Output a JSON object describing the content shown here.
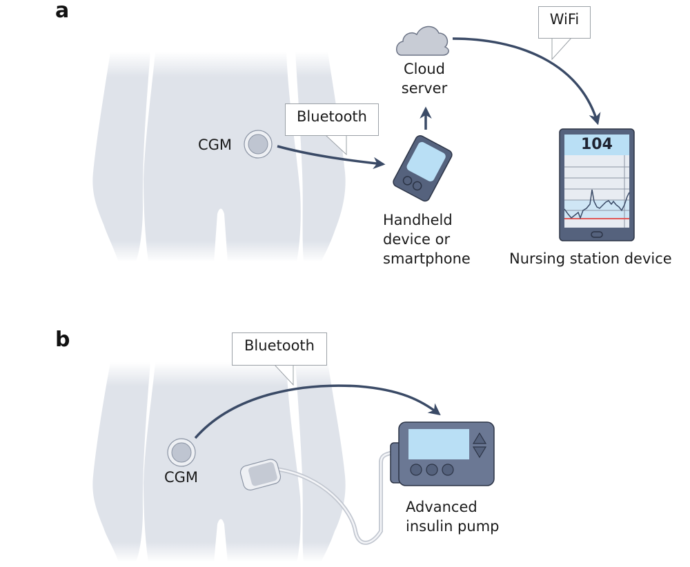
{
  "panels": [
    {
      "letter": "a",
      "labels": {
        "sensor": "CGM",
        "link1": "Bluetooth",
        "handheld": [
          "Handheld",
          "device or",
          "smartphone"
        ],
        "cloud": [
          "Cloud",
          "server"
        ],
        "link2": "WiFi",
        "station": "Nursing station device"
      },
      "station_reading": "104",
      "icons": [
        "body-silhouette",
        "cgm-sensor-icon",
        "handheld-device-icon",
        "cloud-icon",
        "tablet-icon"
      ]
    },
    {
      "letter": "b",
      "labels": {
        "sensor": "CGM",
        "link": "Bluetooth",
        "pump": [
          "Advanced",
          "insulin pump"
        ]
      },
      "icons": [
        "body-silhouette",
        "cgm-sensor-icon",
        "infusion-site-icon",
        "insulin-pump-icon"
      ]
    }
  ],
  "colors": {
    "body": "#dfe3ea",
    "arrow": "#3a4a66",
    "device": "#55627d",
    "screen": "#b9dff5",
    "alert_line": "#e05555"
  }
}
